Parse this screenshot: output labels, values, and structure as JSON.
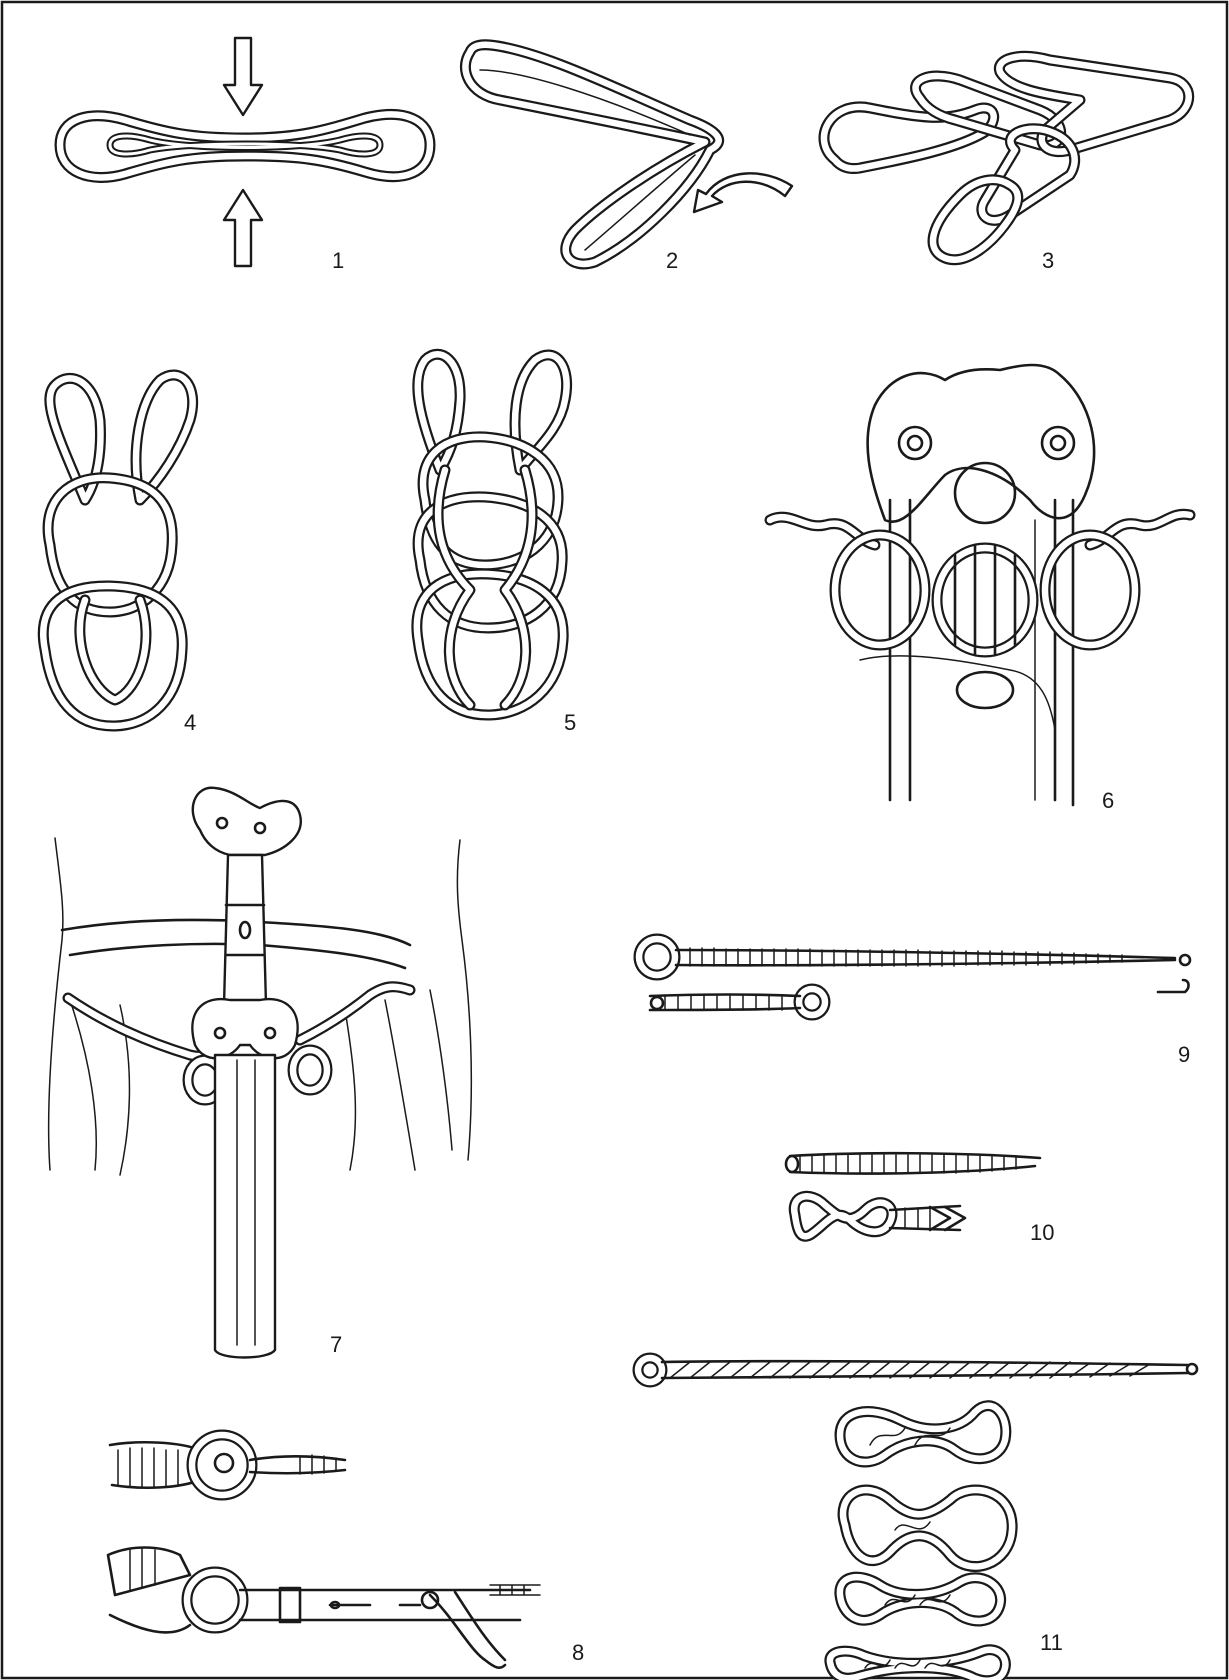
{
  "figures": [
    {
      "id": "f1",
      "label": "1"
    },
    {
      "id": "f2",
      "label": "2"
    },
    {
      "id": "f3",
      "label": "3"
    },
    {
      "id": "f4",
      "label": "4"
    },
    {
      "id": "f5",
      "label": "5"
    },
    {
      "id": "f6",
      "label": "6"
    },
    {
      "id": "f7",
      "label": "7"
    },
    {
      "id": "f8",
      "label": "8"
    },
    {
      "id": "f9",
      "label": "9"
    },
    {
      "id": "f10",
      "label": "10"
    },
    {
      "id": "f11",
      "label": "11"
    }
  ]
}
